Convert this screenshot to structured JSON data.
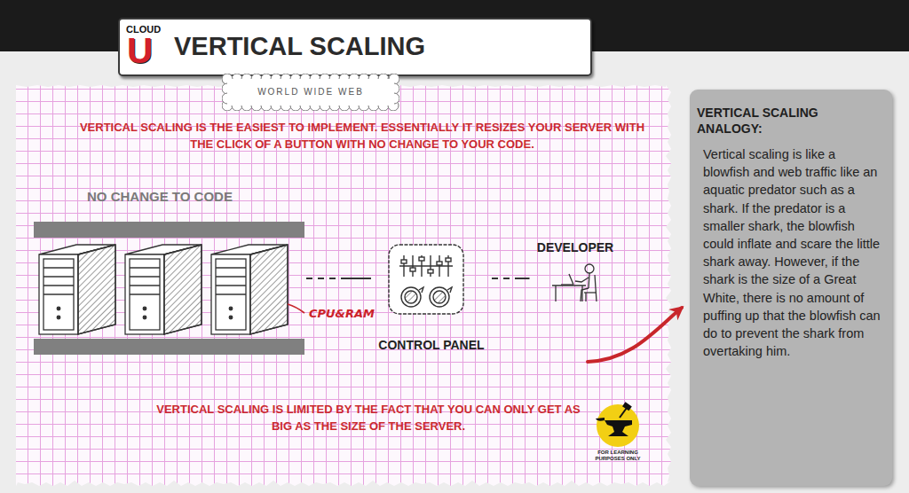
{
  "diagram": {
    "title": "VERTICAL SCALING",
    "nodes": [
      {
        "text": [
          "WORLD WIDE WEB"
        ]
      },
      {
        "text": [
          "VERTICAL SCALING IS THE EASIEST TO IMPLEMENT. ESSENTIALLY IT RESIZES YOUR SERVER WITH THE CLICK OF A BUTTON WITH NO CHANGE TO YOUR CODE.",
          "VERTICAL SCALING IS LIMITED BY THE FACT THAT YOU CAN ONLY GET AS BIG AS THE SIZE OF THE SERVER."
        ]
      },
      {
        "text": [
          "NO CHANGE TO CODE"
        ],
        "in": 1
      },
      {
        "text": [
          "CONTROL PANEL"
        ],
        "in": 1
      },
      {
        "text": [
          "DEVELOPER"
        ],
        "in": 1
      },
      {
        "text": [
          "VERTICAL SCALING ANALOGY:",
          "Vertical scaling is like a blowfish and web traffic like an aquatic predator such as a shark. If the predator is a smaller shark, the blowfish could inflate and scare the little shark away. However, if the shark is the size of a Great White, there is no amount of puffing up that the blowfish can do to prevent the shark from overtaking him."
        ]
      }
    ],
    "edges": [
      {
        "from": 2,
        "to": 3,
        "arrow": "none"
      },
      {
        "from": 3,
        "to": 4,
        "arrow": "none"
      },
      {
        "from": 1,
        "to": 5,
        "arrow": "to"
      }
    ],
    "labels": [
      "CLOUD",
      "U",
      "CPU&RAM",
      "FOR LEARNING PURPOSES ONLY"
    ]
  }
}
